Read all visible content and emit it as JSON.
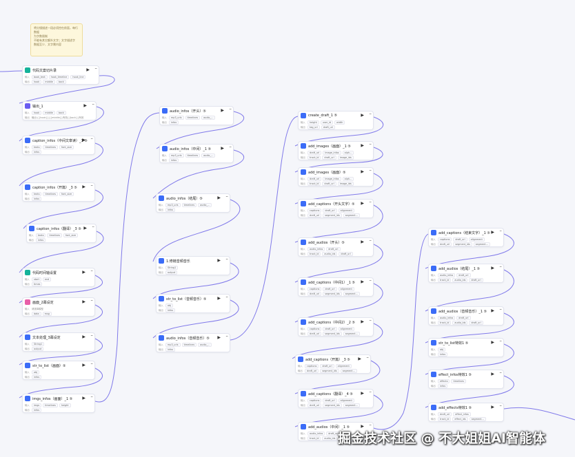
{
  "note": {
    "lines": [
      "将分镜描述一段必须控在前面，每行数据",
      "为字数限制",
      "不能有其它额外文字；文字描述字",
      "数据至少、文字需内容"
    ]
  },
  "colors": {
    "edge": "#6b63e6",
    "blue": "#3b6cf7",
    "teal": "#15b39a",
    "purple": "#6a5cf0",
    "pink": "#e85fa8"
  },
  "nodes": [
    {
      "title": "代码文案切片录",
      "icon": "teal",
      "rows": [
        {
          "label": "输入",
          "tags": [
            "book_text",
            "hook_timeline",
            "hook_line"
          ]
        },
        {
          "label": "输出",
          "tags": [
            "hook",
            "middle",
            "back"
          ]
        }
      ]
    },
    {
      "title": "输出_1",
      "icon": "purple",
      "rows": [
        {
          "label": "输入",
          "tags": [
            "hook",
            "middle",
            "back"
          ]
        },
        {
          "label": "输出",
          "text": "输出:{{hook}}{{middle}}有效{{back}}有效"
        }
      ]
    },
    {
      "title": "caption_infos（中间文章读）_1 ⑤",
      "icon": "blue",
      "rows": [
        {
          "label": "输入",
          "tags": [
            "texts",
            "timelines",
            "font_size"
          ]
        },
        {
          "label": "输出",
          "tags": [
            "infos"
          ]
        }
      ]
    },
    {
      "title": "caption_infos（开篇）_3 ⑤",
      "icon": "blue",
      "rows": [
        {
          "label": "输入",
          "tags": [
            "texts",
            "timelines",
            "font_size"
          ]
        },
        {
          "label": "输出",
          "tags": [
            "infos"
          ]
        }
      ]
    },
    {
      "title": "caption_infos（翻译）_3 ⑤",
      "icon": "blue",
      "rows": [
        {
          "label": "输入",
          "tags": [
            "texts",
            "timelines",
            "font_size"
          ]
        },
        {
          "label": "输出",
          "tags": [
            "infos"
          ]
        }
      ]
    },
    {
      "title": "代码时间轴设置",
      "icon": "teal",
      "rows": [
        {
          "label": "输入",
          "tags": [
            "start",
            "end"
          ]
        },
        {
          "label": "输出",
          "tags": [
            "times"
          ]
        }
      ]
    },
    {
      "title": "画面_2幕设定",
      "icon": "pink",
      "rows": [
        {
          "label": "输入",
          "text": "请选择模型"
        },
        {
          "label": "输出",
          "tags": [
            "data",
            "msg"
          ]
        }
      ]
    },
    {
      "title": "文本处理_3幕设定",
      "icon": "blue",
      "rows": [
        {
          "label": "输入",
          "tags": [
            "String1"
          ]
        },
        {
          "label": "输出",
          "tags": [
            "output"
          ]
        }
      ]
    },
    {
      "title": "str_to_list（画面）⑤",
      "icon": "blue",
      "rows": [
        {
          "label": "输入",
          "tags": [
            "obj"
          ]
        },
        {
          "label": "输出",
          "tags": [
            "infos"
          ]
        }
      ]
    },
    {
      "title": "imgs_infos（画面）_1 ⑤",
      "icon": "blue",
      "rows": [
        {
          "label": "输入",
          "tags": [
            "imgs",
            "timelines",
            "height"
          ]
        },
        {
          "label": "输出",
          "tags": [
            "infos"
          ]
        }
      ]
    },
    {
      "title": "audio_infos（开头）⑤",
      "icon": "blue",
      "rows": [
        {
          "label": "输入",
          "tags": [
            "mp3_urls",
            "timelines",
            "audio_..."
          ]
        },
        {
          "label": "输出",
          "tags": [
            "infos"
          ]
        }
      ]
    },
    {
      "title": "audio_infos（中间）_1 ⑤",
      "icon": "blue",
      "rows": [
        {
          "label": "输入",
          "tags": [
            "mp3_urls",
            "timelines",
            "audio_..."
          ]
        },
        {
          "label": "输出",
          "tags": [
            "infos"
          ]
        }
      ]
    },
    {
      "title": "audio_infos（结尾）⑤",
      "icon": "blue",
      "rows": [
        {
          "label": "输入",
          "tags": [
            "mp3_urls",
            "timelines",
            "audio_..."
          ]
        },
        {
          "label": "输出",
          "tags": [
            "infos"
          ]
        }
      ]
    },
    {
      "title": "1.修链音频音乐",
      "icon": "blue",
      "rows": [
        {
          "label": "输入",
          "tags": [
            "String1"
          ]
        },
        {
          "label": "输出",
          "tags": [
            "output"
          ]
        }
      ]
    },
    {
      "title": "str_to_list（音频音乐）⑤",
      "icon": "blue",
      "rows": [
        {
          "label": "输入",
          "tags": [
            "obj"
          ]
        },
        {
          "label": "输出",
          "tags": [
            "infos"
          ]
        }
      ]
    },
    {
      "title": "audio_infos（音频音乐）⑤",
      "icon": "blue",
      "rows": [
        {
          "label": "输入",
          "tags": [
            "mp3_urls",
            "timelines",
            "audio_..."
          ]
        },
        {
          "label": "输出",
          "tags": [
            "infos"
          ]
        }
      ]
    },
    {
      "title": "create_draft_1 ⑤",
      "icon": "blue",
      "rows": [
        {
          "label": "输入",
          "tags": [
            "height",
            "user_id",
            "width"
          ]
        },
        {
          "label": "输出",
          "tags": [
            "tag_url",
            "draft_url"
          ]
        }
      ]
    },
    {
      "title": "add_images（画面）_1 ⑤",
      "icon": "blue",
      "rows": [
        {
          "label": "输入",
          "tags": [
            "draft_url",
            "image_infos",
            "alph..."
          ]
        },
        {
          "label": "输出",
          "tags": [
            "track_id",
            "draft_url",
            "image_ids"
          ]
        }
      ]
    },
    {
      "title": "add_images（画面）⑤",
      "icon": "blue",
      "rows": [
        {
          "label": "输入",
          "tags": [
            "draft_url",
            "image_infos",
            "alph..."
          ]
        },
        {
          "label": "输出",
          "tags": [
            "track_id",
            "draft_url",
            "image_ids"
          ]
        }
      ]
    },
    {
      "title": "add_captions（开头文字）⑤",
      "icon": "blue",
      "rows": [
        {
          "label": "输入",
          "tags": [
            "captions",
            "draft_url",
            "alignment"
          ]
        },
        {
          "label": "输出",
          "tags": [
            "draft_url",
            "segment_ids",
            "segment..."
          ]
        }
      ]
    },
    {
      "title": "add_audios（开头）⑤",
      "icon": "blue",
      "rows": [
        {
          "label": "输入",
          "tags": [
            "audio_infos",
            "draft_url"
          ]
        },
        {
          "label": "输出",
          "tags": [
            "track_id",
            "audio_ids",
            "draft_url"
          ]
        }
      ]
    },
    {
      "title": "add_captions（中间1）_1 ⑤",
      "icon": "blue",
      "rows": [
        {
          "label": "输入",
          "tags": [
            "captions",
            "draft_url",
            "alignment"
          ]
        },
        {
          "label": "输出",
          "tags": [
            "draft_url",
            "segment_ids",
            "segment..."
          ]
        }
      ]
    },
    {
      "title": "add_captions（中间2）_2 ⑤",
      "icon": "blue",
      "rows": [
        {
          "label": "输入",
          "tags": [
            "captions",
            "draft_url",
            "alignment"
          ]
        },
        {
          "label": "输出",
          "tags": [
            "draft_url",
            "segment_ids",
            "segment..."
          ]
        }
      ]
    },
    {
      "title": "add_captions（开篇）_3 ⑤",
      "icon": "blue",
      "rows": [
        {
          "label": "输入",
          "tags": [
            "captions",
            "draft_url",
            "alignment"
          ]
        },
        {
          "label": "输出",
          "tags": [
            "draft_url",
            "segment_ids",
            "segment..."
          ]
        }
      ]
    },
    {
      "title": "add_captions（翻译）_4 ⑤",
      "icon": "blue",
      "rows": [
        {
          "label": "输入",
          "tags": [
            "captions",
            "draft_url",
            "alignment"
          ]
        },
        {
          "label": "输出",
          "tags": [
            "draft_url",
            "segment_ids",
            "segment..."
          ]
        }
      ]
    },
    {
      "title": "add_audios（中间）_1 ⑤",
      "icon": "blue",
      "rows": [
        {
          "label": "输入",
          "tags": [
            "audio_infos",
            "draft_url"
          ]
        },
        {
          "label": "输出",
          "tags": [
            "track_id",
            "audio_ids",
            "draft_url"
          ]
        }
      ]
    },
    {
      "title": "add_captions（结束文字）_1 ⑤",
      "icon": "blue",
      "rows": [
        {
          "label": "输入",
          "tags": [
            "captions",
            "draft_url",
            "alignment"
          ]
        },
        {
          "label": "输出",
          "tags": [
            "draft_url",
            "segment_ids",
            "segment..."
          ]
        }
      ]
    },
    {
      "title": "add_audios（结尾）_1 ⑤",
      "icon": "blue",
      "rows": [
        {
          "label": "输入",
          "tags": [
            "audio_infos",
            "draft_url"
          ]
        },
        {
          "label": "输出",
          "tags": [
            "track_id",
            "audio_ids",
            "draft_url"
          ]
        }
      ]
    },
    {
      "title": "add_audios（音频音乐）_1 ⑤",
      "icon": "blue",
      "rows": [
        {
          "label": "输入",
          "tags": [
            "audio_infos",
            "draft_url"
          ]
        },
        {
          "label": "输出",
          "tags": [
            "track_id",
            "audio_ids",
            "draft_url"
          ]
        }
      ]
    },
    {
      "title": "str_to_list特效1 ⑤",
      "icon": "blue",
      "rows": [
        {
          "label": "输入",
          "tags": [
            "obj"
          ]
        },
        {
          "label": "输出",
          "tags": [
            "infos"
          ]
        }
      ]
    },
    {
      "title": "effect_infos特效1 ⑤",
      "icon": "blue",
      "rows": [
        {
          "label": "输入",
          "tags": [
            "effects",
            "timelines"
          ]
        },
        {
          "label": "输出",
          "tags": [
            "infos"
          ]
        }
      ]
    },
    {
      "title": "add_effects特效1 ⑤",
      "icon": "blue",
      "rows": [
        {
          "label": "输入",
          "tags": [
            "draft_url",
            "effect_infos"
          ]
        },
        {
          "label": "输出",
          "tags": [
            "track_id",
            "effect_ids",
            "segment..."
          ]
        }
      ]
    }
  ],
  "watermark": "掘金技术社区 @ 不大姐姐AI智能体"
}
